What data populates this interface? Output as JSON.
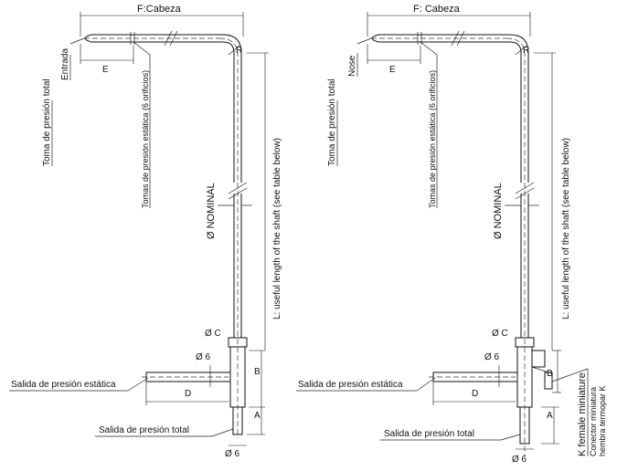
{
  "left": {
    "head_label": "F:Cabeza",
    "total_pressure_tap": "Toma de presión total",
    "inlet": "Entrada",
    "dim_e": "E",
    "static_holes": "Tomas de presión estática (6 orificios)",
    "radius": "R",
    "nominal_diameter": "Ø NOMINAL",
    "useful_length": "L: useful length of the shaft (see table below)",
    "phi_c": "Ø C",
    "phi_6_top": "Ø 6",
    "dim_b": "B",
    "static_outlet": "Salida de presión estática",
    "dim_d": "D",
    "dim_a": "A",
    "total_outlet": "Salida de presión total",
    "phi_6_bottom": "Ø 6"
  },
  "right": {
    "head_label": "F: Cabeza",
    "total_pressure_tap": "Toma de presión total",
    "nose": "Nose",
    "dim_e": "E",
    "static_holes": "Tomas de presión estática (6 orificios)",
    "radius": "R",
    "nominal_diameter": "Ø NOMINAL",
    "useful_length": "L: useful length of the shaft (see table below)",
    "phi_c": "Ø C",
    "phi_6_top": "Ø 6",
    "dim_b": "B",
    "static_outlet": "Salida de presión estática",
    "dim_d": "D",
    "dim_a": "A",
    "total_outlet": "Salida de presión total",
    "phi_6_bottom": "Ø 6",
    "connector": "K female miniature",
    "connector_es": "Conector miniatura",
    "connector_sub": "hembra termopar K"
  }
}
